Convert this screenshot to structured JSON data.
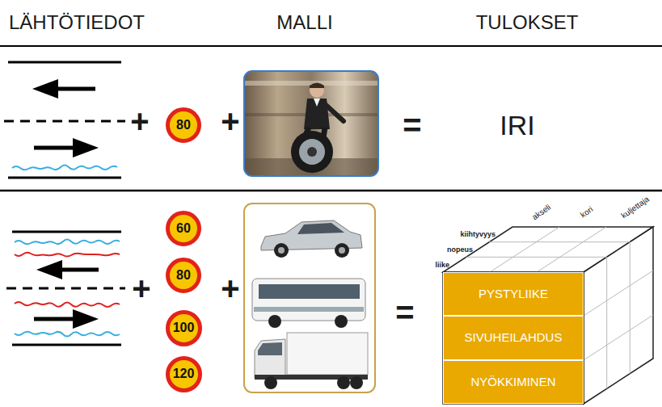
{
  "diagram": {
    "nodes": [
      {
        "text": [
          "80"
        ]
      },
      {
        "text": [
          "60"
        ]
      },
      {
        "text": [
          "80"
        ]
      },
      {
        "text": [
          "100"
        ]
      },
      {
        "text": [
          "120"
        ]
      },
      {
        "text": [
          "PYSTYLIIKE"
        ]
      },
      {
        "text": [
          "SIVUHEILAHDUS"
        ]
      },
      {
        "text": [
          "NYÖKKIMINEN"
        ]
      }
    ],
    "labels": [
      "LÄHTÖTIEDOT",
      "MALLI",
      "TULOKSET",
      "+",
      "+",
      "=",
      "IRI",
      "+",
      "+",
      "=",
      "kiihtyvyys",
      "nopeus",
      "liike",
      "akseli",
      "kori",
      "kuljettaja"
    ]
  }
}
